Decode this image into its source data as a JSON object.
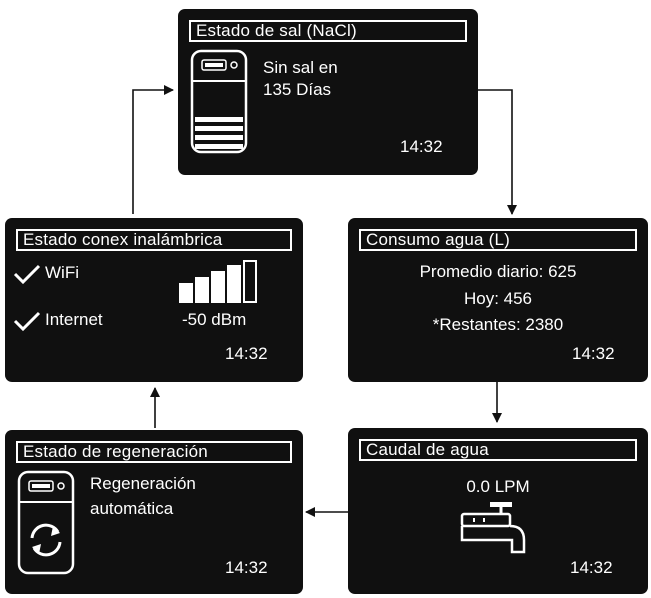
{
  "salt": {
    "title": "Estado de sal (NaCl)",
    "line1": "Sin sal en",
    "line2": "135 Días",
    "time": "14:32",
    "icon": "softener-salt-icon"
  },
  "water_use": {
    "title": "Consumo agua (L)",
    "daily_avg": "Promedio diario: 625",
    "today": "Hoy: 456",
    "remaining": "*Restantes: 2380",
    "time": "14:32"
  },
  "flow": {
    "title": "Caudal de agua",
    "value": "0.0 LPM",
    "time": "14:32",
    "icon": "faucet-icon"
  },
  "regeneration": {
    "title": "Estado de regeneración",
    "line1": "Regeneración",
    "line2": "automática",
    "time": "14:32",
    "icon": "softener-regeneration-icon"
  },
  "wireless": {
    "title": "Estado conex inalámbrica",
    "wifi": "WiFi",
    "internet": "Internet",
    "signal": "-50 dBm",
    "signal_bars": 4,
    "signal_bars_total": 5,
    "time": "14:32",
    "icon": "signal-strength-icon"
  },
  "colors": {
    "screen": "#101010",
    "text": "#ffffff",
    "arrow": "#111111"
  }
}
